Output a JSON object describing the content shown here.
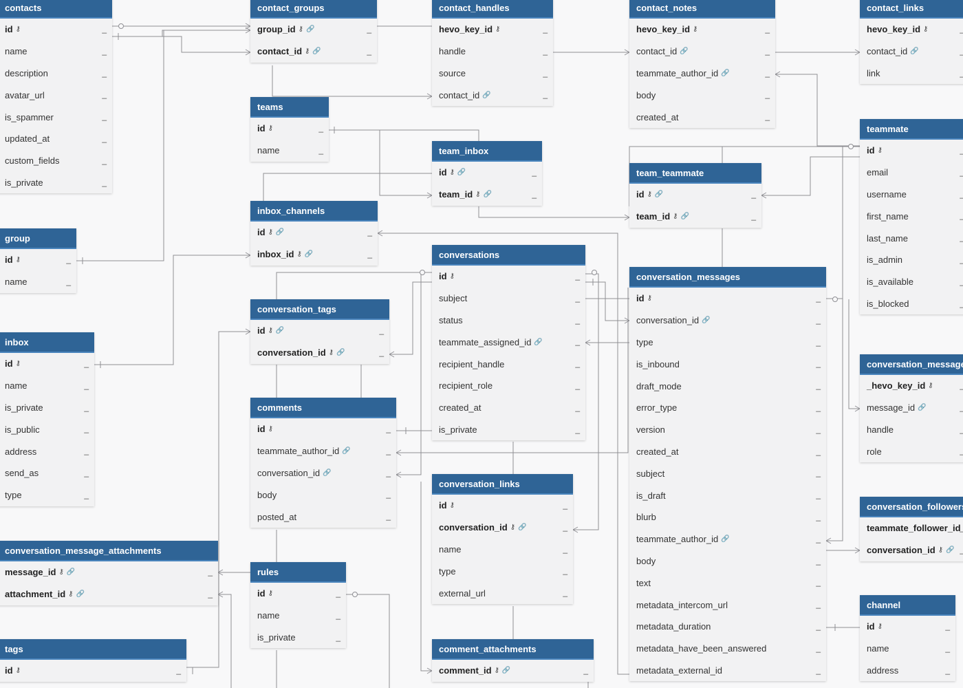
{
  "tables": [
    {
      "id": "contacts",
      "title": "contacts",
      "fields": [
        {
          "name": "id",
          "style": "pk",
          "keys": "pk"
        },
        {
          "name": "name"
        },
        {
          "name": "description"
        },
        {
          "name": "avatar_url"
        },
        {
          "name": "is_spammer"
        },
        {
          "name": "updated_at"
        },
        {
          "name": "custom_fields"
        },
        {
          "name": "is_private"
        }
      ]
    },
    {
      "id": "contact_groups",
      "title": "contact_groups",
      "fields": [
        {
          "name": "group_id",
          "style": "bold",
          "keys": "pk,fk"
        },
        {
          "name": "contact_id",
          "style": "bold",
          "keys": "pk,fk"
        }
      ]
    },
    {
      "id": "contact_handles",
      "title": "contact_handles",
      "fields": [
        {
          "name": "hevo_key_id",
          "style": "pk",
          "keys": "pk"
        },
        {
          "name": "handle"
        },
        {
          "name": "source"
        },
        {
          "name": "contact_id",
          "keys": "fk"
        }
      ]
    },
    {
      "id": "contact_notes",
      "title": "contact_notes",
      "fields": [
        {
          "name": "hevo_key_id",
          "style": "pk",
          "keys": "pk"
        },
        {
          "name": "contact_id",
          "keys": "fk"
        },
        {
          "name": "teammate_author_id",
          "keys": "fk"
        },
        {
          "name": "body"
        },
        {
          "name": "created_at"
        }
      ]
    },
    {
      "id": "contact_links",
      "title": "contact_links",
      "fields": [
        {
          "name": "hevo_key_id",
          "style": "pk",
          "keys": "pk"
        },
        {
          "name": "contact_id",
          "keys": "fk"
        },
        {
          "name": "link"
        }
      ]
    },
    {
      "id": "teams",
      "title": "teams",
      "fields": [
        {
          "name": "id",
          "style": "pk",
          "keys": "pk"
        },
        {
          "name": "name"
        }
      ]
    },
    {
      "id": "team_inbox",
      "title": "team_inbox",
      "fields": [
        {
          "name": "id",
          "style": "bold",
          "keys": "pk,fk"
        },
        {
          "name": "team_id",
          "style": "bold",
          "keys": "pk,fk"
        }
      ]
    },
    {
      "id": "teammate",
      "title": "teammate",
      "fields": [
        {
          "name": "id",
          "style": "pk",
          "keys": "pk"
        },
        {
          "name": "email"
        },
        {
          "name": "username"
        },
        {
          "name": "first_name"
        },
        {
          "name": "last_name"
        },
        {
          "name": "is_admin"
        },
        {
          "name": "is_available"
        },
        {
          "name": "is_blocked"
        }
      ]
    },
    {
      "id": "team_teammate",
      "title": "team_teammate",
      "fields": [
        {
          "name": "id",
          "style": "bold",
          "keys": "pk,fk"
        },
        {
          "name": "team_id",
          "style": "bold",
          "keys": "pk,fk"
        }
      ]
    },
    {
      "id": "group",
      "title": "group",
      "fields": [
        {
          "name": "id",
          "style": "pk",
          "keys": "pk"
        },
        {
          "name": "name"
        }
      ]
    },
    {
      "id": "inbox_channels",
      "title": "inbox_channels",
      "fields": [
        {
          "name": "id",
          "style": "bold",
          "keys": "pk,fk"
        },
        {
          "name": "inbox_id",
          "style": "bold",
          "keys": "pk,fk"
        }
      ]
    },
    {
      "id": "conversations",
      "title": "conversations",
      "fields": [
        {
          "name": "id",
          "style": "pk",
          "keys": "pk"
        },
        {
          "name": "subject"
        },
        {
          "name": "status"
        },
        {
          "name": "teammate_assigned_id",
          "keys": "fk"
        },
        {
          "name": "recipient_handle"
        },
        {
          "name": "recipient_role"
        },
        {
          "name": "created_at"
        },
        {
          "name": "is_private"
        }
      ]
    },
    {
      "id": "conversation_messages",
      "title": "conversation_messages",
      "fields": [
        {
          "name": "id",
          "style": "pk",
          "keys": "pk"
        },
        {
          "name": "conversation_id",
          "keys": "fk"
        },
        {
          "name": "type"
        },
        {
          "name": "is_inbound"
        },
        {
          "name": "draft_mode"
        },
        {
          "name": "error_type"
        },
        {
          "name": "version"
        },
        {
          "name": "created_at"
        },
        {
          "name": "subject"
        },
        {
          "name": "is_draft"
        },
        {
          "name": "blurb"
        },
        {
          "name": "teammate_author_id",
          "keys": "fk"
        },
        {
          "name": "body"
        },
        {
          "name": "text"
        },
        {
          "name": "metadata_intercom_url"
        },
        {
          "name": "metadata_duration"
        },
        {
          "name": "metadata_have_been_answered"
        },
        {
          "name": "metadata_external_id"
        }
      ]
    },
    {
      "id": "conversation_message_recipients",
      "title": "conversation_message_recipients",
      "fields": [
        {
          "name": "_hevo_key_id",
          "style": "pk",
          "keys": "pk"
        },
        {
          "name": "message_id",
          "keys": "fk"
        },
        {
          "name": "handle"
        },
        {
          "name": "role"
        }
      ]
    },
    {
      "id": "inbox",
      "title": "inbox",
      "fields": [
        {
          "name": "id",
          "style": "pk",
          "keys": "pk"
        },
        {
          "name": "name"
        },
        {
          "name": "is_private"
        },
        {
          "name": "is_public"
        },
        {
          "name": "address"
        },
        {
          "name": "send_as"
        },
        {
          "name": "type"
        }
      ]
    },
    {
      "id": "conversation_tags",
      "title": "conversation_tags",
      "fields": [
        {
          "name": "id",
          "style": "bold",
          "keys": "pk,fk"
        },
        {
          "name": "conversation_id",
          "style": "bold",
          "keys": "pk,fk"
        }
      ]
    },
    {
      "id": "comments",
      "title": "comments",
      "fields": [
        {
          "name": "id",
          "style": "pk",
          "keys": "pk"
        },
        {
          "name": "teammate_author_id",
          "keys": "fk"
        },
        {
          "name": "conversation_id",
          "keys": "fk"
        },
        {
          "name": "body"
        },
        {
          "name": "posted_at"
        }
      ]
    },
    {
      "id": "conversation_links",
      "title": "conversation_links",
      "fields": [
        {
          "name": "id",
          "style": "pk",
          "keys": "pk"
        },
        {
          "name": "conversation_id",
          "style": "bold",
          "keys": "pk,fk"
        },
        {
          "name": "name"
        },
        {
          "name": "type"
        },
        {
          "name": "external_url"
        }
      ]
    },
    {
      "id": "conversation_followers",
      "title": "conversation_followers",
      "fields": [
        {
          "name": "teammate_follower_id",
          "style": "bold",
          "keys": "pk,fk"
        },
        {
          "name": "conversation_id",
          "style": "bold",
          "keys": "pk,fk"
        }
      ]
    },
    {
      "id": "conversation_message_attachments",
      "title": "conversation_message_attachments",
      "fields": [
        {
          "name": "message_id",
          "style": "bold",
          "keys": "pk,fk"
        },
        {
          "name": "attachment_id",
          "style": "bold",
          "keys": "pk,fk"
        }
      ]
    },
    {
      "id": "rules",
      "title": "rules",
      "fields": [
        {
          "name": "id",
          "style": "pk",
          "keys": "pk"
        },
        {
          "name": "name"
        },
        {
          "name": "is_private"
        }
      ]
    },
    {
      "id": "comment_attachments",
      "title": "comment_attachments",
      "fields": [
        {
          "name": "comment_id",
          "style": "bold",
          "keys": "pk,fk"
        }
      ]
    },
    {
      "id": "channel",
      "title": "channel",
      "fields": [
        {
          "name": "id",
          "style": "pk",
          "keys": "pk"
        },
        {
          "name": "name"
        },
        {
          "name": "address"
        }
      ]
    },
    {
      "id": "tags",
      "title": "tags",
      "fields": [
        {
          "name": "id",
          "style": "pk",
          "keys": "pk"
        }
      ]
    }
  ],
  "icons": {
    "pk": "key-icon",
    "fk": "link-icon"
  },
  "colors": {
    "header": "#2f6496",
    "row_bg": "#f2f2f3",
    "wire": "#8f8f94",
    "canvas": "#f8f8f9"
  }
}
